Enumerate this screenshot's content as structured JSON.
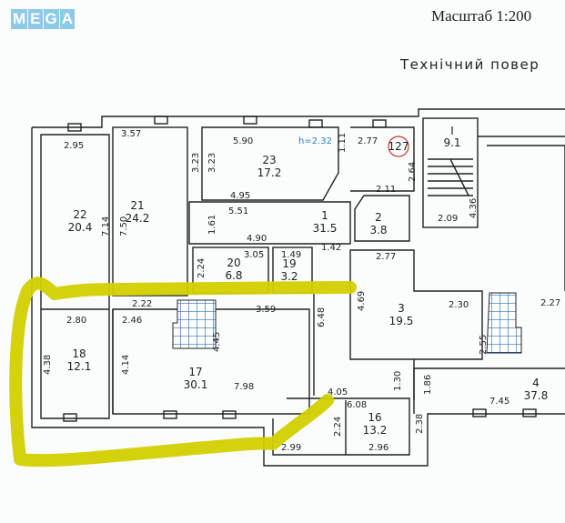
{
  "watermark": {
    "logo_text": [
      "M",
      "E",
      "G",
      "A"
    ]
  },
  "header": {
    "scale": "Масштаб 1:200",
    "floor_title": "Технічний повер"
  },
  "rooms": [
    {
      "id": "22",
      "area": "20.4"
    },
    {
      "id": "21",
      "area": "24.2"
    },
    {
      "id": "23",
      "area": "17.2"
    },
    {
      "id": "1",
      "area": "31.5"
    },
    {
      "id": "2",
      "area": "3.8"
    },
    {
      "id": "20",
      "area": "6.8"
    },
    {
      "id": "19",
      "area": "3.2"
    },
    {
      "id": "I",
      "area": "9.1"
    },
    {
      "id": "3",
      "area": "19.5"
    },
    {
      "id": "4",
      "area": "37.8"
    },
    {
      "id": "18",
      "area": "12.1"
    },
    {
      "id": "17",
      "area": "30.1"
    },
    {
      "id": "16",
      "area": "13.2"
    }
  ],
  "apartment_number": "127",
  "dims": [
    "2.95",
    "3.57",
    "5.90",
    "h=2.32",
    "1.11",
    "2.77",
    "3.23",
    "3.23",
    "4.95",
    "5.51",
    "7.14",
    "7.50",
    "1.61",
    "4.90",
    "1.42",
    "3.05",
    "1.49",
    "2.24",
    "2.22",
    "2.64",
    "2.11",
    "2.77",
    "2.09",
    "4.36",
    "4.69",
    "2.30",
    "2.27",
    "2.80",
    "2.46",
    "3.59",
    "6.48",
    "4.45",
    "4.38",
    "4.14",
    "7.98",
    "2.55",
    "1.30",
    "1.86",
    "7.45",
    "4.05",
    "6.08",
    "2.24",
    "2.38",
    "2.99",
    "2.96"
  ],
  "colors": {
    "highlight": "#d2d000",
    "tile": "#2f6fb5",
    "height_label": "#2a7fd0",
    "circle": "#c0392b"
  }
}
